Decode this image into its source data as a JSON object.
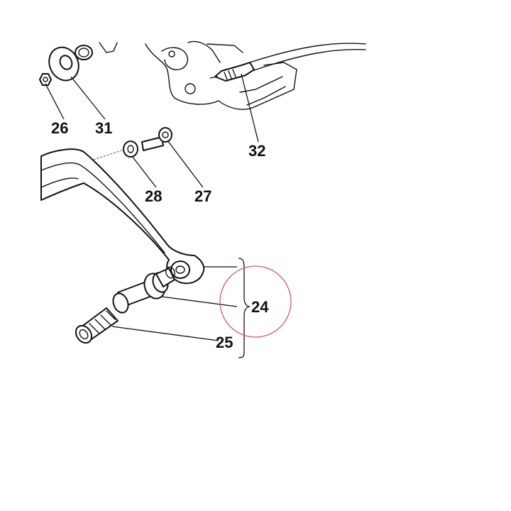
{
  "callouts": {
    "c26": "26",
    "c31": "31",
    "c32": "32",
    "c28": "28",
    "c27": "27",
    "c24": "24",
    "c25": "25"
  },
  "colors": {
    "line": "#111111",
    "highlight_circle": "#d85a6a",
    "background": "#ffffff"
  },
  "highlighted_callout": "24"
}
